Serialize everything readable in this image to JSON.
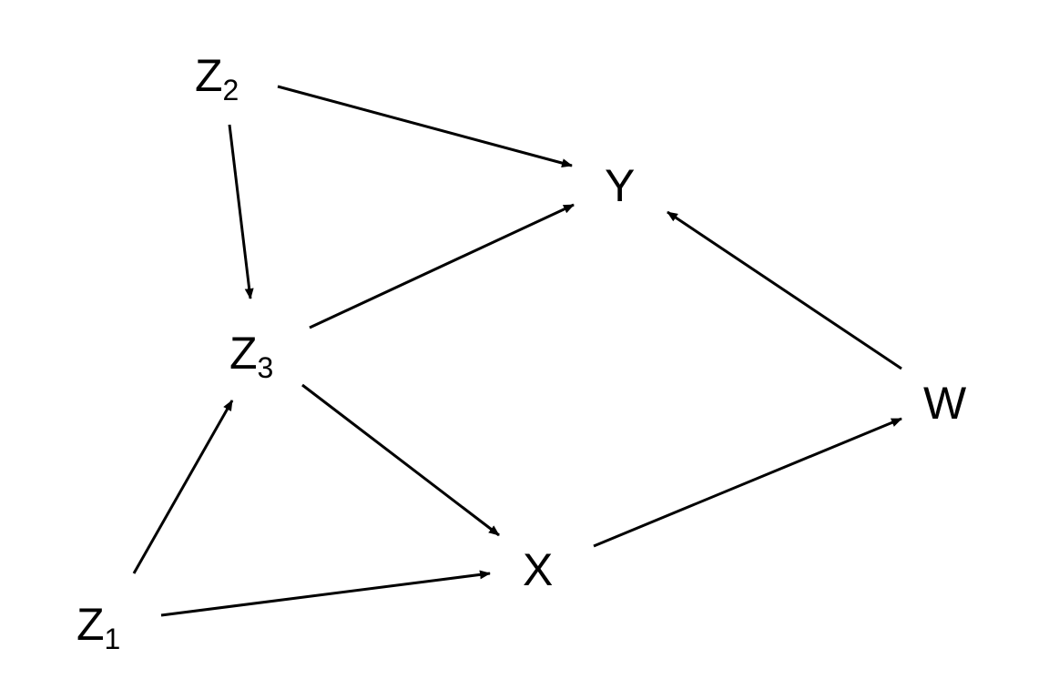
{
  "nodes": [
    {
      "id": "Z2",
      "base": "Z",
      "sub": "2"
    },
    {
      "id": "Z3",
      "base": "Z",
      "sub": "3"
    },
    {
      "id": "Z1",
      "base": "Z",
      "sub": "1"
    },
    {
      "id": "Y",
      "base": "Y",
      "sub": ""
    },
    {
      "id": "X",
      "base": "X",
      "sub": ""
    },
    {
      "id": "W",
      "base": "W",
      "sub": ""
    }
  ],
  "edges": [
    {
      "from": "Z2",
      "to": "Y"
    },
    {
      "from": "Z2",
      "to": "Z3"
    },
    {
      "from": "Z3",
      "to": "Y"
    },
    {
      "from": "W",
      "to": "Y"
    },
    {
      "from": "Z3",
      "to": "X"
    },
    {
      "from": "Z1",
      "to": "Z3"
    },
    {
      "from": "Z1",
      "to": "X"
    },
    {
      "from": "X",
      "to": "W"
    }
  ]
}
